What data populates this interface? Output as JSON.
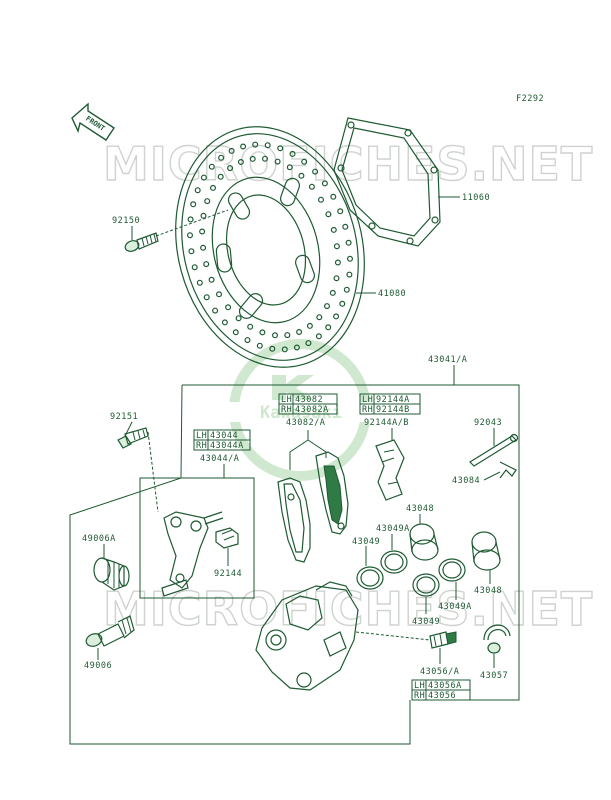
{
  "diagram_code": "F2292",
  "front_arrow_label": "FRONT",
  "watermark_text": "MICROFICHES.NET",
  "logo_text": "Kawasaki",
  "colors": {
    "ink": "#1e5a32",
    "watermark": "#cfd3cf",
    "logo": "#a9d6a9",
    "background": "#ffffff"
  },
  "callouts": {
    "p11060": "11060",
    "p92150": "92150",
    "p41080": "41080",
    "p43041": "43041/A",
    "p92151": "92151",
    "p43082": "43082/A",
    "p92144ab": "92144A/B",
    "p92043": "92043",
    "p43044": "43044/A",
    "p43084": "43084",
    "p49006a": "49006A",
    "p43048a": "43048",
    "p43049a": "43049A",
    "p43049": "43049",
    "p92144": "92144",
    "p43048b": "43048",
    "p43049a2": "43049A",
    "p43049b": "43049",
    "p49006": "49006",
    "p43056": "43056/A",
    "p43057": "43057"
  },
  "variant_tables": {
    "t43082": {
      "rows": [
        {
          "side": "LH",
          "part": "43082"
        },
        {
          "side": "RH",
          "part": "43082A"
        }
      ]
    },
    "t92144": {
      "rows": [
        {
          "side": "LH",
          "part": "92144A"
        },
        {
          "side": "RH",
          "part": "92144B"
        }
      ]
    },
    "t43044": {
      "rows": [
        {
          "side": "LH",
          "part": "43044"
        },
        {
          "side": "RH",
          "part": "43044A"
        }
      ]
    },
    "t43056": {
      "rows": [
        {
          "side": "LH",
          "part": "43056A"
        },
        {
          "side": "RH",
          "part": "43056"
        }
      ]
    }
  }
}
